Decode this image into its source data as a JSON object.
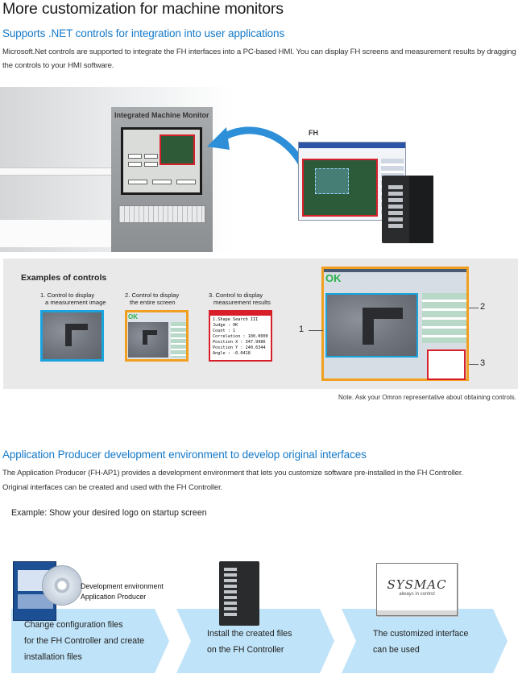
{
  "page_title": "More customization for machine monitors",
  "section1": {
    "heading": "Supports .NET controls for integration into user applications",
    "body": "Microsoft.Net controls are supported to integrate the FH interfaces into a PC-based HMI. You can display FH screens and measurement results by dragging the controls to your HMI software.",
    "integrated_label": "Integrated Machine Monitor",
    "fh_label": "FH"
  },
  "examples": {
    "title": "Examples of controls",
    "items": [
      {
        "number": "1.",
        "line1": "Control to display",
        "line2": "a measurement image",
        "color": "#1aa3dc"
      },
      {
        "number": "2.",
        "line1": "Control to display",
        "line2": "the entire screen",
        "color": "#f0a020"
      },
      {
        "number": "3.",
        "line1": "Control to display",
        "line2": "measurement results",
        "color": "#d8202b"
      }
    ],
    "results_panel": {
      "title": "1.Shape Search III",
      "lines": [
        "Judge : OK",
        "Count : 1",
        "Correlation : 100.0000",
        "Position X : 347.9986",
        "Position Y : 240.6344",
        "Angle : -0.0418"
      ]
    },
    "ok_text": "OK",
    "callouts": [
      "1",
      "2",
      "3"
    ]
  },
  "note": "Note. Ask your Omron representative about obtaining controls.",
  "section2": {
    "heading": "Application Producer development environment to develop original interfaces",
    "body_line1": "The Application Producer (FH-AP1) provides a development environment that lets you customize software pre-installed in the FH Controller.",
    "body_line2": "Original interfaces can be created and used with the FH Controller.",
    "example_label": "Example: Show your desired logo on startup screen",
    "dev_label_line1": "Development environment",
    "dev_label_line2": "Application Producer",
    "sysmac_logo": "SYSMAC",
    "sysmac_tagline": "always in control",
    "steps": [
      {
        "lines": [
          "Change configuration files",
          "for the FH Controller and create",
          "installation files"
        ]
      },
      {
        "lines": [
          "Install the created files",
          "on the FH Controller"
        ]
      },
      {
        "lines": [
          "The customized interface",
          "can be used"
        ]
      }
    ],
    "arrow_color": "#bfe3f8"
  }
}
